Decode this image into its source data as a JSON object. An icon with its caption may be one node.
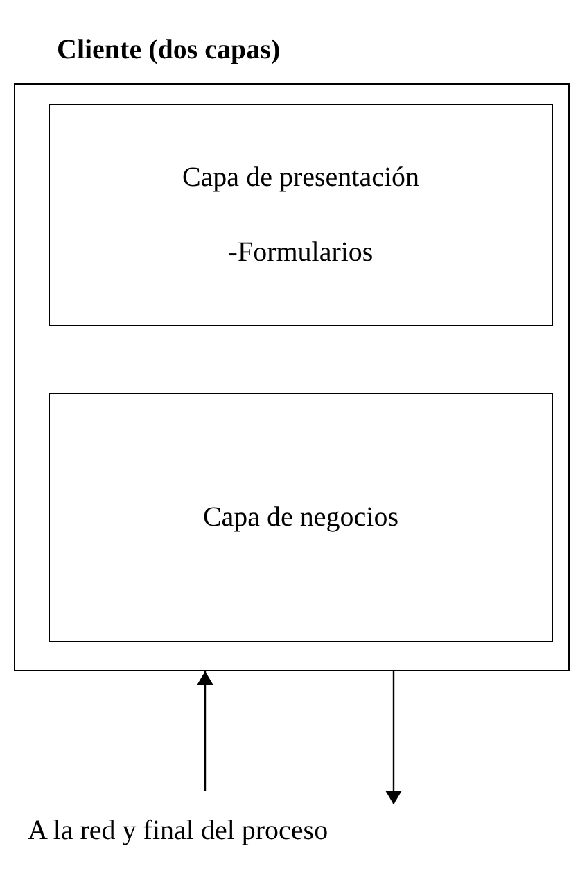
{
  "diagram": {
    "nodes": [
      {
        "text": [
          "Cliente (dos capas)"
        ]
      },
      {
        "text": [
          "Capa de presentación",
          "-Formularios"
        ],
        "in": 0
      },
      {
        "text": [
          "Capa de negocios"
        ],
        "in": 0
      },
      {
        "text": [
          "A la red y final del proceso"
        ]
      }
    ],
    "edges": [
      {
        "from": 3,
        "to": 0,
        "arrow": "to"
      },
      {
        "from": 0,
        "to": 3,
        "arrow": "to"
      }
    ]
  }
}
